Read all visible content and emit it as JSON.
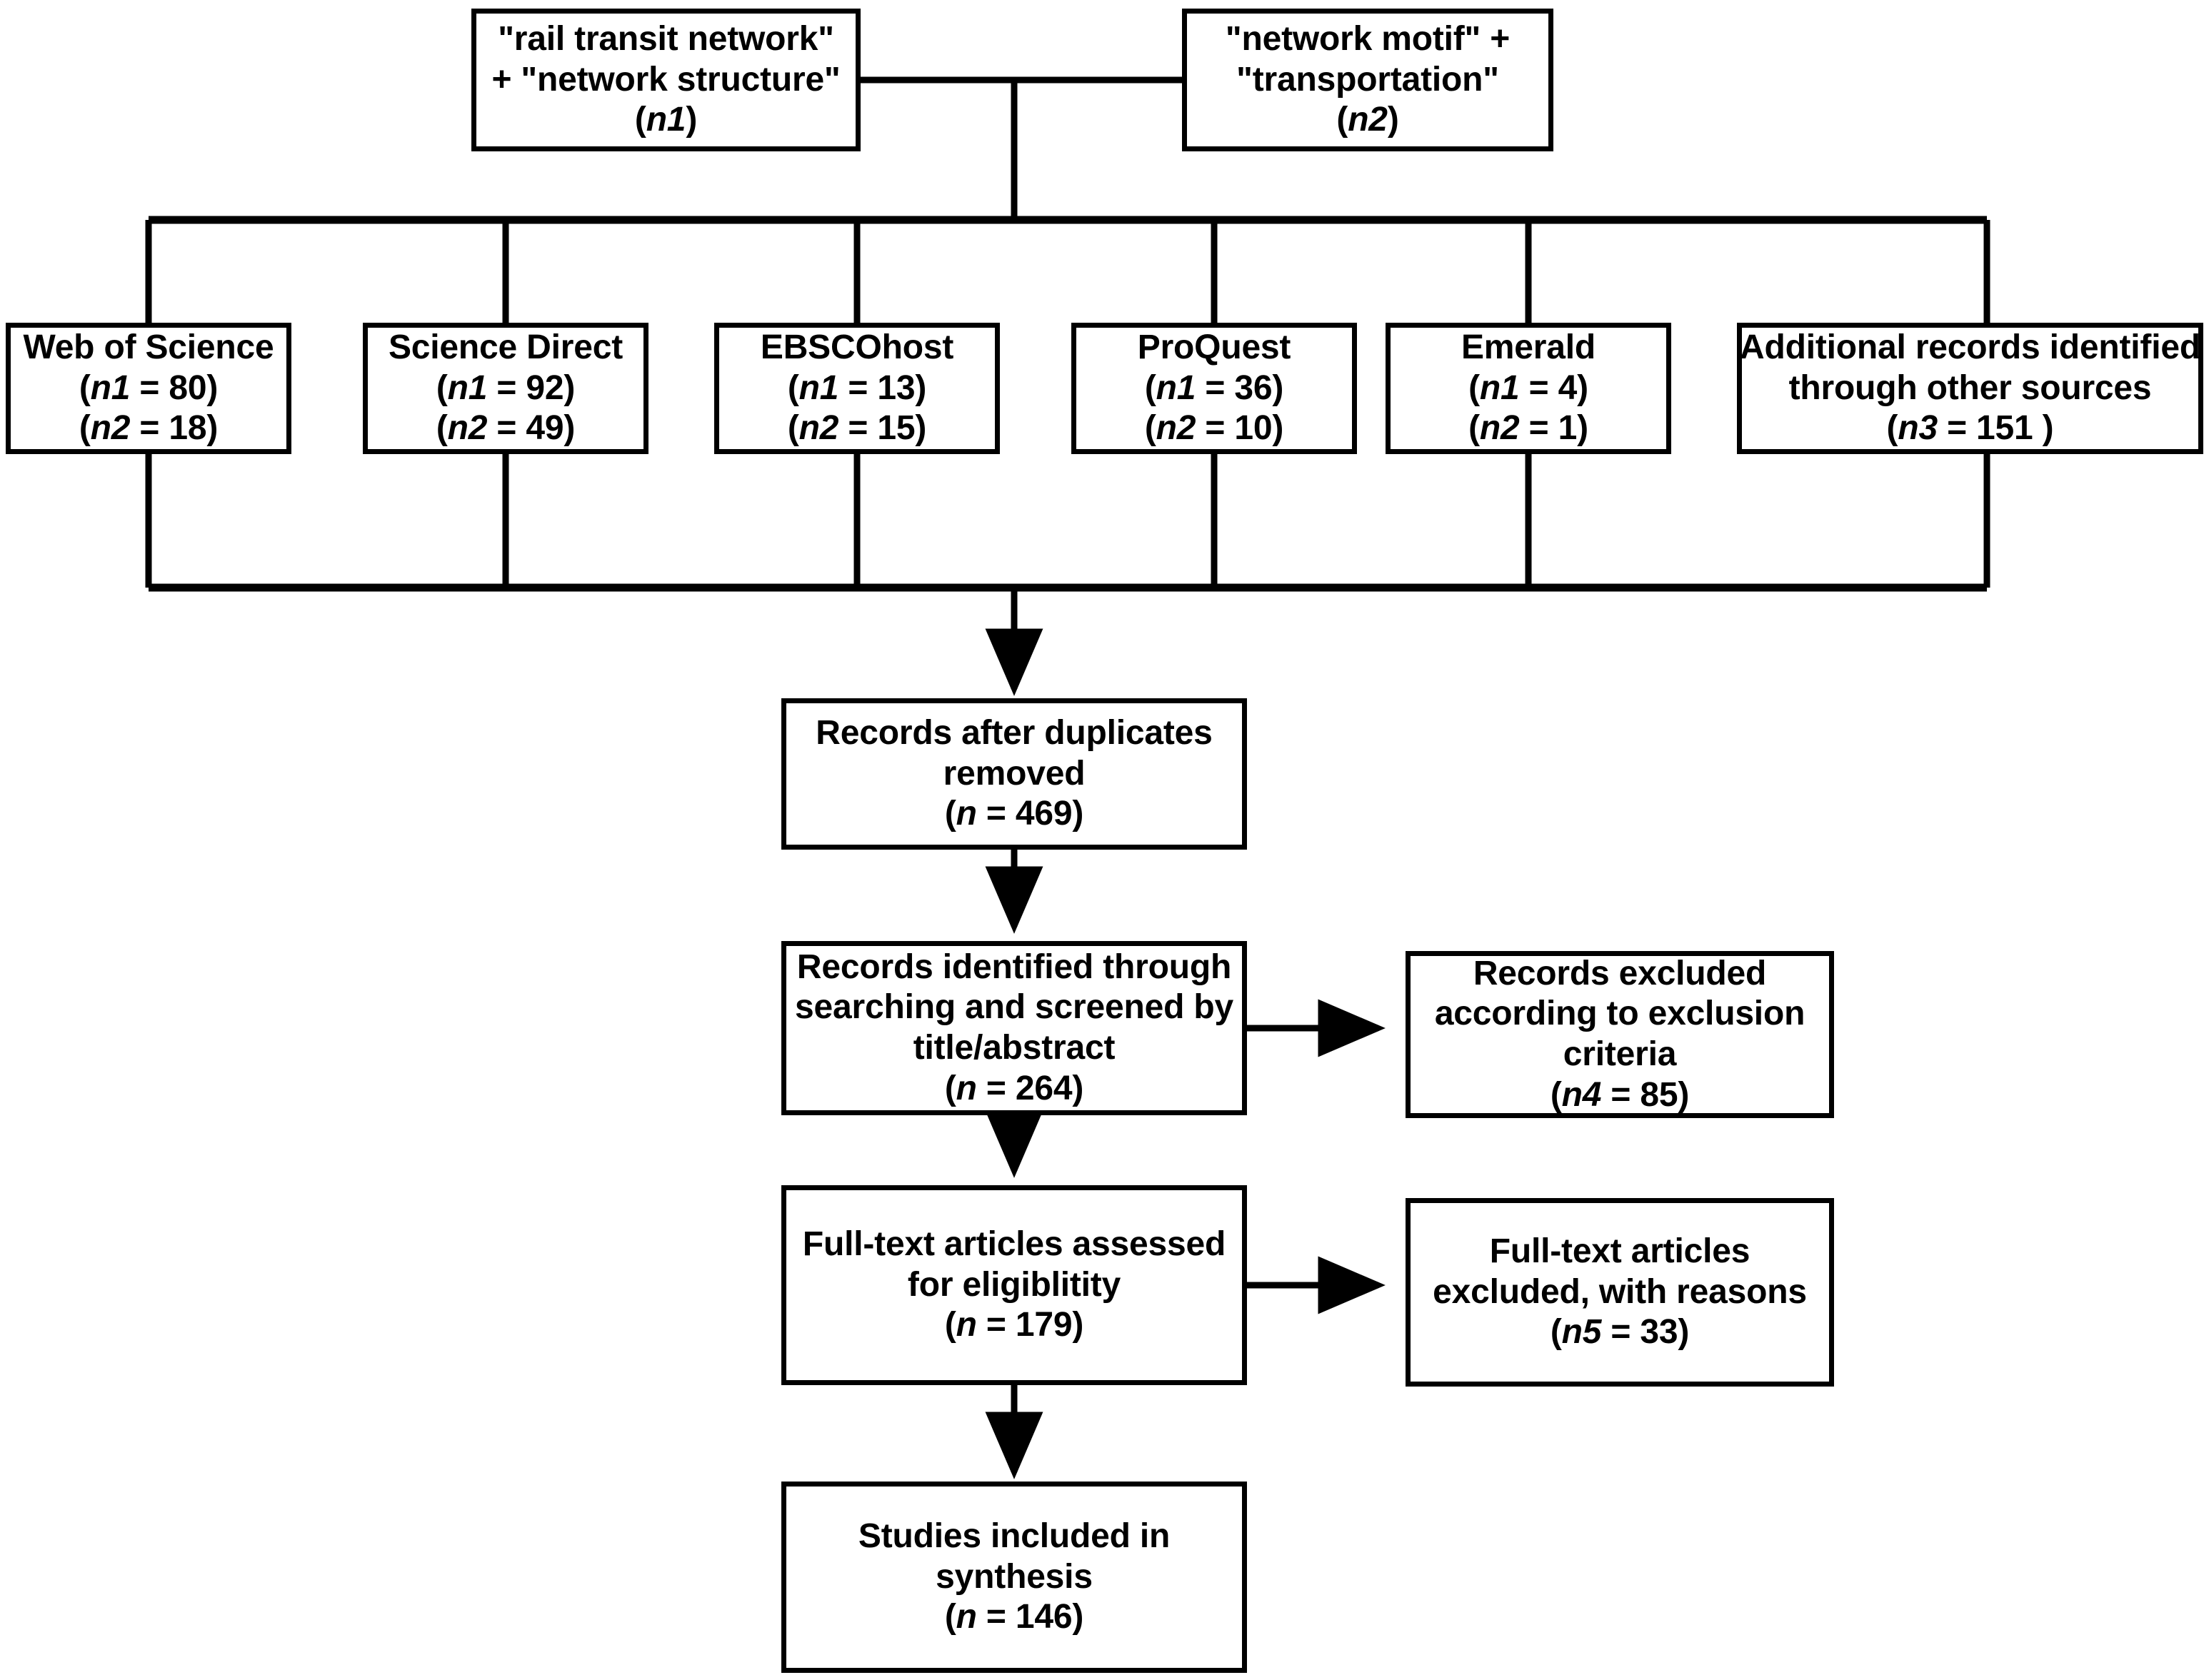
{
  "diagram": {
    "title": "PRISMA study selection flow diagram",
    "type": "flowchart",
    "colors": {
      "stroke": "#000000",
      "fill": "#ffffff",
      "text": "#000000"
    }
  },
  "search_terms": {
    "term1": {
      "line1": "\"rail transit network\"",
      "line2": "+ \"network structure\"",
      "count_prefix": "(",
      "count_var": "n1",
      "count_suffix": ")"
    },
    "term2": {
      "line1": "\"network motif\" +",
      "line2": "\"transportation\"",
      "count_prefix": "(",
      "count_var": "n2",
      "count_suffix": ")"
    }
  },
  "sources": [
    {
      "name": "Web of Science",
      "counts": [
        {
          "open": "(",
          "var": "n1",
          "eq": " = 80)"
        },
        {
          "open": "(",
          "var": "n2",
          "eq": " = 18)"
        }
      ]
    },
    {
      "name": "Science Direct",
      "counts": [
        {
          "open": "(",
          "var": "n1",
          "eq": " = 92)"
        },
        {
          "open": "(",
          "var": "n2",
          "eq": " = 49)"
        }
      ]
    },
    {
      "name": "EBSCOhost",
      "counts": [
        {
          "open": "(",
          "var": "n1",
          "eq": " = 13)"
        },
        {
          "open": "(",
          "var": "n2",
          "eq": " = 15)"
        }
      ]
    },
    {
      "name": "ProQuest",
      "counts": [
        {
          "open": "(",
          "var": "n1",
          "eq": " = 36)"
        },
        {
          "open": "(",
          "var": "n2",
          "eq": " = 10)"
        }
      ]
    },
    {
      "name": "Emerald",
      "counts": [
        {
          "open": "(",
          "var": "n1",
          "eq": " = 4)"
        },
        {
          "open": "(",
          "var": "n2",
          "eq": " = 1)"
        }
      ]
    },
    {
      "name_line1": "Additional records identified",
      "name_line2": "through other sources",
      "counts": [
        {
          "open": "(",
          "var": "n3",
          "eq": " = 151 )"
        }
      ]
    }
  ],
  "stages": {
    "duplicates": {
      "line1": "Records after duplicates",
      "line2": "removed",
      "count": {
        "open": "(",
        "var": "n",
        "eq": " = 469)"
      }
    },
    "screened": {
      "line1": "Records identified through",
      "line2": "searching and screened by",
      "line3": "title/abstract",
      "count": {
        "open": "(",
        "var": "n",
        "eq": " = 264)"
      }
    },
    "records_excluded": {
      "line1": "Records excluded",
      "line2": "according to exclusion",
      "line3": "criteria",
      "count": {
        "open": "(",
        "var": "n4",
        "eq": " = 85)"
      }
    },
    "fulltext_assessed": {
      "line1": "Full-text articles assessed",
      "line2": "for eligiblitity",
      "count": {
        "open": "(",
        "var": "n",
        "eq": " = 179)"
      }
    },
    "fulltext_excluded": {
      "line1": "Full-text articles",
      "line2": "excluded, with reasons",
      "count": {
        "open": "(",
        "var": "n5",
        "eq": " = 33)"
      }
    },
    "included": {
      "line1": "Studies included in",
      "line2": "synthesis",
      "count": {
        "open": "(",
        "var": "n",
        "eq": " = 146)"
      }
    }
  },
  "chart_data": {
    "type": "flowchart",
    "title": "PRISMA study selection flow",
    "nodes": [
      {
        "id": "term1",
        "label": "\"rail transit network\" + \"network structure\" (n1)"
      },
      {
        "id": "term2",
        "label": "\"network motif\" + \"transportation\" (n2)"
      },
      {
        "id": "wos",
        "label": "Web of Science",
        "n1": 80,
        "n2": 18
      },
      {
        "id": "sciencedirect",
        "label": "Science Direct",
        "n1": 92,
        "n2": 49
      },
      {
        "id": "ebscohost",
        "label": "EBSCOhost",
        "n1": 13,
        "n2": 15
      },
      {
        "id": "proquest",
        "label": "ProQuest",
        "n1": 36,
        "n2": 10
      },
      {
        "id": "emerald",
        "label": "Emerald",
        "n1": 4,
        "n2": 1
      },
      {
        "id": "additional",
        "label": "Additional records identified through other sources",
        "n3": 151
      },
      {
        "id": "duplicates",
        "label": "Records after duplicates removed",
        "n": 469
      },
      {
        "id": "screened",
        "label": "Records identified through searching and screened by title/abstract",
        "n": 264
      },
      {
        "id": "records_excluded",
        "label": "Records excluded according to exclusion criteria",
        "n4": 85
      },
      {
        "id": "fulltext_assessed",
        "label": "Full-text articles assessed for eligiblitity",
        "n": 179
      },
      {
        "id": "fulltext_excluded",
        "label": "Full-text articles excluded, with reasons",
        "n5": 33
      },
      {
        "id": "included",
        "label": "Studies included in synthesis",
        "n": 146
      }
    ],
    "edges": [
      {
        "from": "term1",
        "to": "sources-bus"
      },
      {
        "from": "term2",
        "to": "sources-bus"
      },
      {
        "from": "sources-bus",
        "to": "duplicates"
      },
      {
        "from": "duplicates",
        "to": "screened"
      },
      {
        "from": "screened",
        "to": "records_excluded"
      },
      {
        "from": "screened",
        "to": "fulltext_assessed"
      },
      {
        "from": "fulltext_assessed",
        "to": "fulltext_excluded"
      },
      {
        "from": "fulltext_assessed",
        "to": "included"
      }
    ]
  }
}
